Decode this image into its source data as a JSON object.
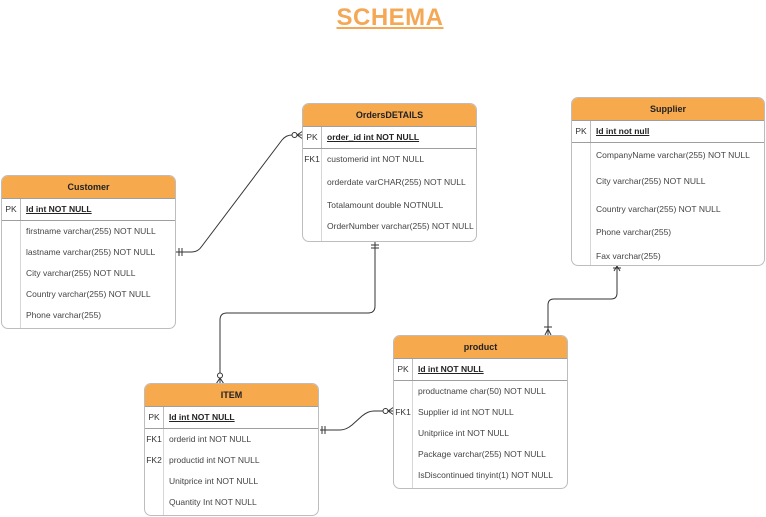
{
  "title": "SCHEMA",
  "entities": {
    "customer": {
      "name": "Customer",
      "pk_label": "PK",
      "pk_field": "Id int NOT NULL",
      "fields": [
        {
          "key": "",
          "text": "firstname varchar(255) NOT NULL"
        },
        {
          "key": "",
          "text": "lastname varchar(255) NOT NULL"
        },
        {
          "key": "",
          "text": "City  varchar(255) NOT NULL"
        },
        {
          "key": "",
          "text": "Country varchar(255)  NOT NULL"
        },
        {
          "key": "",
          "text": "Phone varchar(255)"
        }
      ]
    },
    "orders": {
      "name": "OrdersDETAILS",
      "pk_label": "PK",
      "pk_field": "order_id int NOT NULL",
      "fields": [
        {
          "key": "FK1",
          "text": "customerid int NOT NULL"
        },
        {
          "key": "",
          "text": "orderdate varCHAR(255) NOT NULL"
        },
        {
          "key": "",
          "text": "Totalamount double NOTNULL"
        },
        {
          "key": "",
          "text": "OrderNumber  varchar(255) NOT NULL"
        }
      ]
    },
    "supplier": {
      "name": "Supplier",
      "pk_label": "PK",
      "pk_field": "Id int not null",
      "fields": [
        {
          "key": "",
          "text": "CompanyName varchar(255) NOT NULL"
        },
        {
          "key": "",
          "text": "City varchar(255) NOT NULL"
        },
        {
          "key": "",
          "text": "Country varchar(255) NOT NULL"
        },
        {
          "key": "",
          "text": "Phone varchar(255)"
        },
        {
          "key": "",
          "text": "Fax varchar(255)"
        }
      ]
    },
    "item": {
      "name": "ITEM",
      "pk_label": "PK",
      "pk_field": "Id int NOT NULL",
      "fields": [
        {
          "key": "FK1",
          "text": "orderid int NOT NULL"
        },
        {
          "key": "FK2",
          "text": "productid int NOT NULL"
        },
        {
          "key": "",
          "text": "Unitprice int NOT NULL"
        },
        {
          "key": "",
          "text": "Quantity Int NOT NULL"
        }
      ]
    },
    "product": {
      "name": "product",
      "pk_label": "PK",
      "pk_field": "Id int NOT NULL",
      "fields": [
        {
          "key": "",
          "text": "productname char(50) NOT NULL"
        },
        {
          "key": "FK1",
          "text": "Supplier id int NOT NULL"
        },
        {
          "key": "",
          "text": "Unitpriice int   NOT NULL"
        },
        {
          "key": "",
          "text": "Package  varchar(255) NOT NULL"
        },
        {
          "key": "",
          "text": "IsDiscontinued tinyint(1) NOT NULL"
        }
      ]
    }
  }
}
